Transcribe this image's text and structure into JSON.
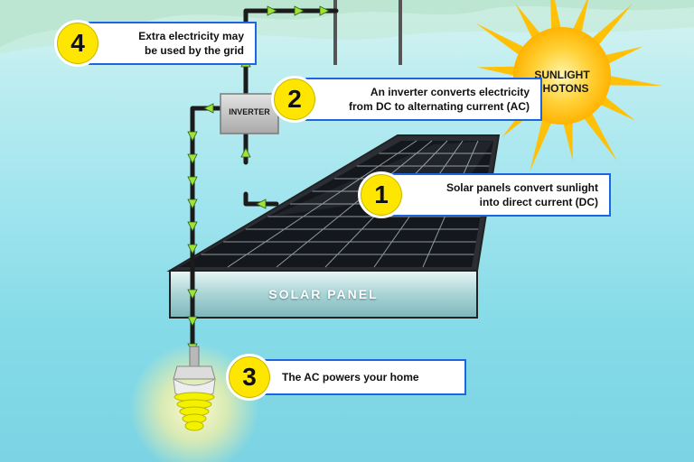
{
  "steps": [
    {
      "number": "1",
      "line1": "Solar panels convert sunlight",
      "line2": "into direct current (DC)"
    },
    {
      "number": "2",
      "line1": "An inverter converts electricity",
      "line2": "from DC to alternating current (AC)"
    },
    {
      "number": "3",
      "line1": "The AC powers your home",
      "line2": ""
    },
    {
      "number": "4",
      "line1": "Extra electricity may",
      "line2": "be used by the grid"
    }
  ],
  "labels": {
    "inverter": "INVERTER",
    "solar_panel": "SOLAR PANEL",
    "sun_line1": "SUNLIGHT",
    "sun_line2": "PHOTONS"
  },
  "colors": {
    "badge": "#ffe600",
    "callout_border": "#1e66e0",
    "sun": "#ffc107",
    "panel": "#1a1d22",
    "wire": "#1b1b1b",
    "arrow": "#9ee33a",
    "bulb": "#f3f000"
  },
  "icons": [
    "sun-icon",
    "inverter-box",
    "light-bulb-icon",
    "power-pole-icon"
  ]
}
